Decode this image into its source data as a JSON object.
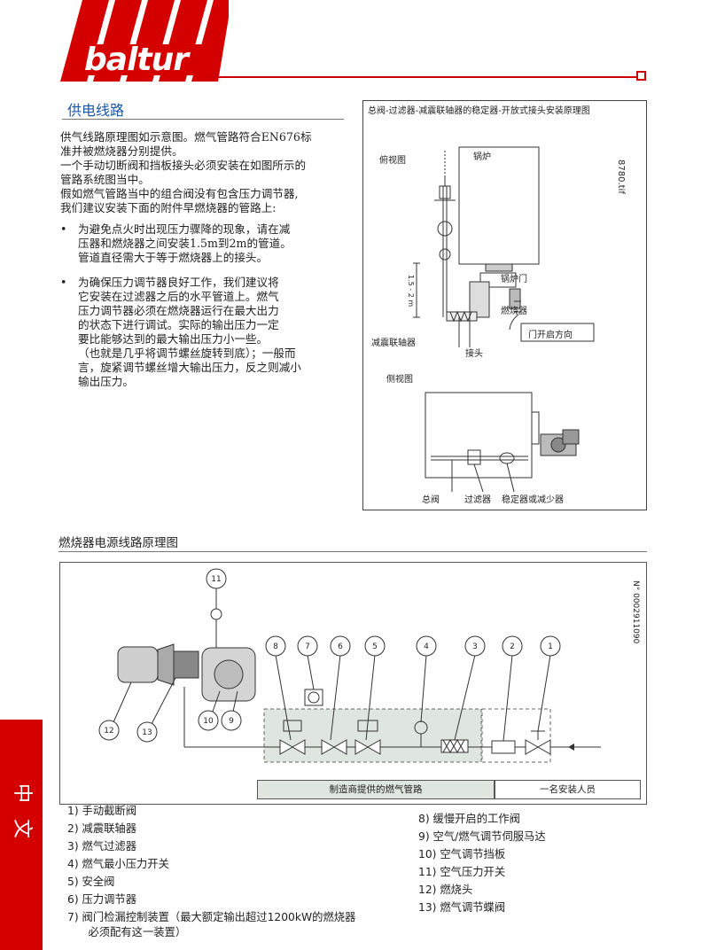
{
  "header": {
    "logo_text": "baltur"
  },
  "section1": {
    "title": "供电线路",
    "intro": [
      "供气线路原理图如示意图。燃气管路符合EN676标",
      "准并被燃烧器分别提供。",
      "一个手动切断阀和挡板接头必须安装在如图所示的",
      "管路系统图当中。",
      "假如燃气管路当中的组合阀没有包含压力调节器,",
      "我们建议安装下面的附件早燃烧器的管路上:"
    ],
    "bullet1": [
      "为避免点火时出现压力骤降的现象，请在减",
      "压器和燃烧器之间安装1.5m到2m的管道。",
      "管道直径需大于等于燃烧器上的接头。"
    ],
    "bullet2": [
      "为确保压力调节器良好工作，我们建议将",
      "它安装在过滤器之后的水平管道上。燃气",
      "压力调节器必须在燃烧器运行在最大出力",
      "的状态下进行调试。实际的输出压力一定",
      "要比能够达到的最大输出压力小一些。",
      "（也就是几乎将调节螺丝旋转到底）；一般而",
      "言，旋紧调节螺丝增大输出压力，反之则减小",
      "输出压力。"
    ],
    "bullet_symbol": "•"
  },
  "figure1": {
    "title": "总阀-过滤器-减震联轴器的稳定器-开放式接头安装原理图",
    "code": "8780.tif",
    "top_view": "俯视图",
    "boiler": "锅炉",
    "boiler_door": "锅炉门",
    "burner": "燃烧器",
    "door_open_dir": "门开启方向",
    "damper": "减震联轴器",
    "joint": "接头",
    "side_view": "侧视图",
    "length_label": "1.5 - 2 m",
    "main_valve": "总阀",
    "filter": "过滤器",
    "stabilizer": "稳定器或减少器"
  },
  "section2": {
    "title": "燃烧器电源线路原理图"
  },
  "figure2": {
    "code": "N° 0002911090",
    "numbers": [
      "11",
      "8",
      "7",
      "6",
      "5",
      "4",
      "3",
      "2",
      "1",
      "12",
      "13",
      "10",
      "9"
    ],
    "manufacturer_box": "制造商提供的燃气管路",
    "installer_box": "一名安装人员"
  },
  "legend": {
    "left": [
      "1)    手动截断阀",
      "2)    减震联轴器",
      "3) 燃气过滤器",
      "4) 燃气最小压力开关",
      "5)    安全阀",
      "6)    压力调节器",
      "7) 阀门检漏控制装置（最大额定输出超过1200kW的燃烧器",
      "      必须配有这一装置）"
    ],
    "right": [
      "8) 缓慢开启的工作阀",
      "9) 空气/燃气调节伺服马达",
      "10) 空气调节挡板",
      "11) 空气压力开关",
      "12) 燃烧头",
      "13) 燃气调节蝶阀"
    ]
  },
  "side_tab": {
    "text": [
      "中",
      "文"
    ]
  },
  "colors": {
    "brand_red": "#d40000",
    "title_blue": "#1a55a8"
  }
}
